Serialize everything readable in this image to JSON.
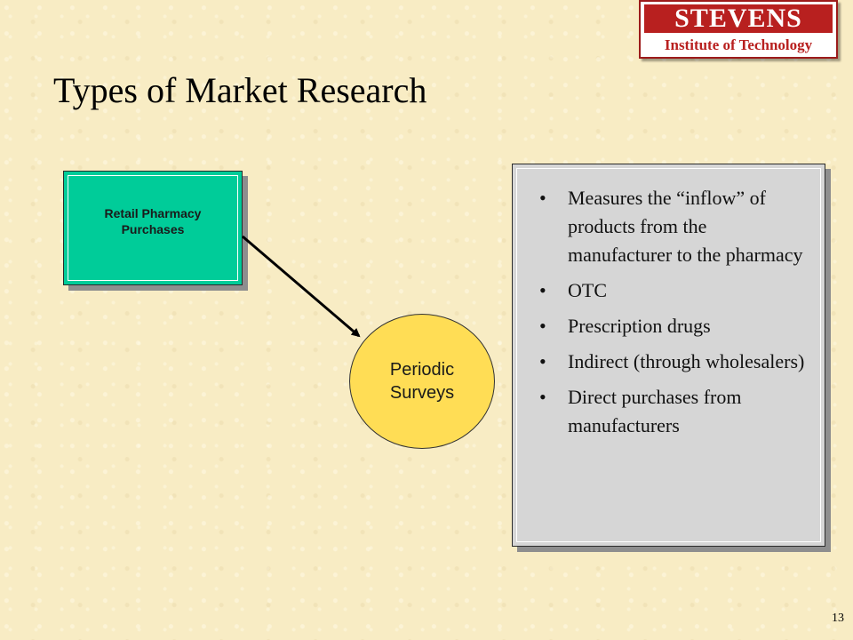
{
  "logo": {
    "top_text": "STEVENS",
    "bottom_text": "Institute of Technology"
  },
  "slide": {
    "title": "Types of Market Research",
    "page_number": "13"
  },
  "diagram": {
    "source_box": "Retail Pharmacy\nPurchases",
    "target_node": "Periodic\nSurveys",
    "bullets": [
      "Measures the “inflow” of products from the manufacturer to the pharmacy",
      "OTC",
      "Prescription drugs",
      "Indirect (through wholesalers)",
      "Direct purchases from manufacturers"
    ]
  },
  "colors": {
    "source_box": "#00cc99",
    "target_node": "#ffdd55",
    "bullet_box": "#d6d6d6",
    "logo_red": "#b8201f",
    "background": "#f8ecc4"
  }
}
